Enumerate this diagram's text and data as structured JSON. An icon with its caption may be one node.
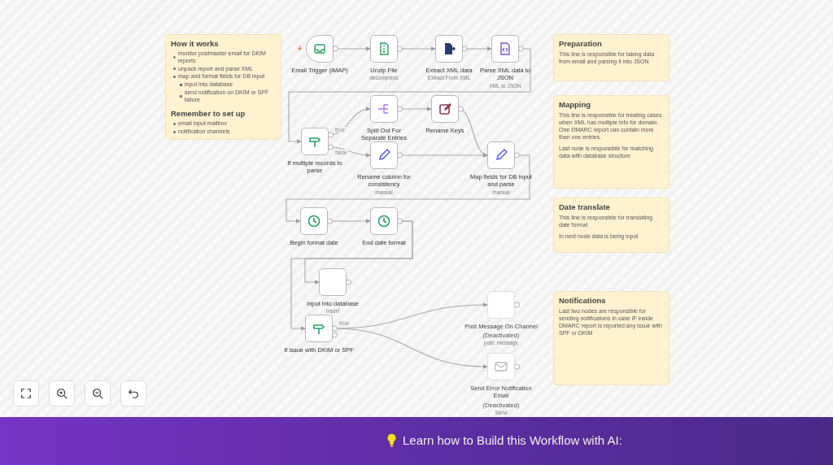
{
  "diagram": {
    "nodes": [
      {
        "text": [
          "How it works",
          "monitor postmaster email for DKIM reports",
          "unpack report and parse XML",
          "map and format fields for DB input",
          "input into database",
          "send notification on DKIM or SPF failure",
          "Remember to set up",
          "email input mailbox",
          "notification channels"
        ]
      },
      {
        "text": [
          "Preparation",
          "This line is responsible for taking data from email and parsing it into JSON"
        ]
      },
      {
        "text": [
          "Mapping",
          "This line is responsible for treating cases when XML has multiple info for domain. One DMARC report can contain more than one entries.",
          "Last node is responsible for matching data with database structure"
        ]
      },
      {
        "text": [
          "Date translate",
          "This line is responsible for translating date format",
          "In next node data is being input"
        ]
      },
      {
        "text": [
          "Notifications",
          "Last two nodes are responsible for sending notifications in case IF inside DMARC report is reported any issue with SPF or DKIM"
        ]
      },
      {
        "text": [
          "Email Trigger (IMAP)"
        ]
      },
      {
        "text": [
          "Unzip File"
        ]
      },
      {
        "text": [
          "Extract XML data"
        ]
      },
      {
        "text": [
          "Parse XML data to JSON"
        ]
      },
      {
        "text": [
          "If multiple records to parse"
        ]
      },
      {
        "text": [
          "Split Out For Separate Entries"
        ]
      },
      {
        "text": [
          "Rename Keys"
        ]
      },
      {
        "text": [
          "Rename column for consistency"
        ]
      },
      {
        "text": [
          "Map fields for DB input and parse"
        ]
      },
      {
        "text": [
          "Begin format date"
        ]
      },
      {
        "text": [
          "End date format"
        ]
      },
      {
        "text": [
          "Input into database"
        ]
      },
      {
        "text": [
          "If issue with DKIM or SPF"
        ]
      },
      {
        "text": [
          "Post Message On Channel",
          "(Deactivated)"
        ]
      },
      {
        "text": [
          "Send Error Notification Email",
          "(Deactivated)"
        ]
      },
      {
        "text": [],
        "shape": "box"
      },
      {
        "text": [],
        "shape": "box"
      },
      {
        "text": [],
        "shape": "box"
      },
      {
        "text": [],
        "shape": "box"
      }
    ],
    "edges": [
      {
        "from": 5,
        "to": 6,
        "arrow": "to"
      },
      {
        "from": 6,
        "to": 7,
        "arrow": "to"
      },
      {
        "from": 7,
        "to": 8,
        "arrow": "to"
      },
      {
        "from": 8,
        "to": 9,
        "arrow": "to"
      },
      {
        "from": 9,
        "to": 10,
        "arrow": "to",
        "label": "true"
      },
      {
        "from": 9,
        "to": 12,
        "arrow": "to",
        "label": "false"
      },
      {
        "from": 10,
        "to": 11,
        "arrow": "to"
      },
      {
        "from": 11,
        "to": 13,
        "arrow": "to"
      },
      {
        "from": 12,
        "to": 13,
        "arrow": "to"
      },
      {
        "from": 13,
        "to": 14,
        "arrow": "to"
      },
      {
        "from": 14,
        "to": 15,
        "arrow": "to"
      },
      {
        "from": 15,
        "to": 16,
        "arrow": "to"
      },
      {
        "from": 15,
        "to": 17,
        "arrow": "to"
      },
      {
        "from": 17,
        "to": 18,
        "arrow": "to",
        "label": "true"
      },
      {
        "from": 17,
        "to": 19,
        "arrow": "to"
      }
    ],
    "labels": [
      "decompress",
      "Extract From XML",
      "XML to JSON",
      "manual",
      "manual",
      "insert",
      "post: message",
      "Send",
      "Learn how to Build this Workflow with AI:"
    ]
  }
}
